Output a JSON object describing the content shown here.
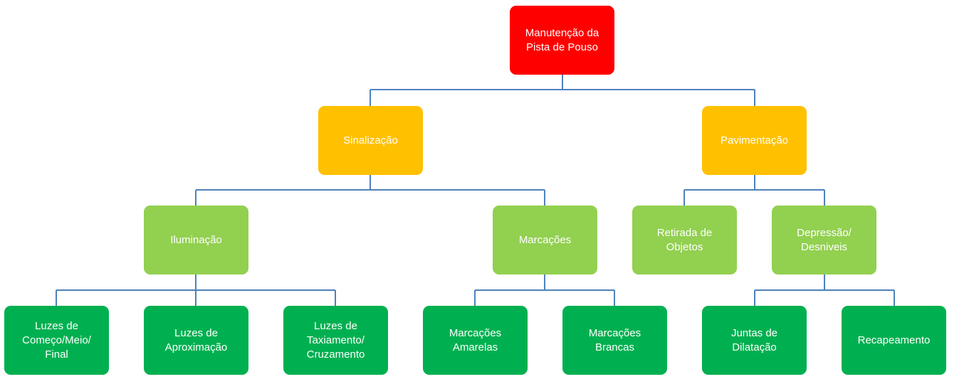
{
  "colors": {
    "root": "#ff0000",
    "level1": "#ffc000",
    "level2": "#92d050",
    "level3": "#00b050",
    "connector": "#4f81bd"
  },
  "nodes": {
    "root": "Manutenção da\nPista de Pouso",
    "sinalizacao": "Sinalização",
    "pavimentacao": "Pavimentação",
    "iluminacao": "Iluminação",
    "marcacoes": "Marcações",
    "retirada": "Retirada de\nObjetos",
    "depressao": "Depressão/\nDesniveis",
    "luzes_comeco": "Luzes de\nComeço/Meio/\nFinal",
    "luzes_aproximacao": "Luzes de\nAproximação",
    "luzes_taxiamento": "Luzes de\nTaxiamento/\nCruzamento",
    "marcacoes_amarelas": "Marcações\nAmarelas",
    "marcacoes_brancas": "Marcações\nBrancas",
    "juntas": "Juntas de\nDilatação",
    "recapeamento": "Recapeamento"
  }
}
